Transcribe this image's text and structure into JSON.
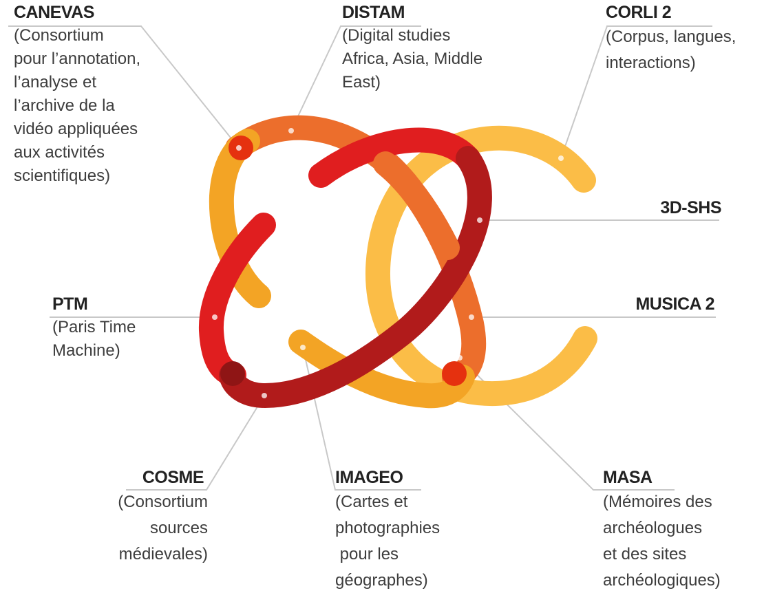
{
  "consortia": [
    {
      "id": "canevas",
      "name": "CANEVAS",
      "description": "(Consortium\npour l’annotation,\nl’analyse et\nl’archive de la\nvidéo appliquées\naux activités\nscientifiques)"
    },
    {
      "id": "distam",
      "name": "DISTAM",
      "description": "(Digital studies\nAfrica, Asia, Middle\nEast)"
    },
    {
      "id": "corli2",
      "name": "CORLI 2",
      "description": "(Corpus, langues,\ninteractions)"
    },
    {
      "id": "3dshs",
      "name": "3D-SHS",
      "description": ""
    },
    {
      "id": "musica2",
      "name": "MUSICA 2",
      "description": ""
    },
    {
      "id": "ptm",
      "name": "PTM",
      "description": "(Paris Time\nMachine)"
    },
    {
      "id": "cosme",
      "name": "COSME",
      "description": "(Consortium\nsources\nmédievales)"
    },
    {
      "id": "imageo",
      "name": "IMAGEO",
      "description": "(Cartes et\nphotographies\n pour les\ngéographes)"
    },
    {
      "id": "masa",
      "name": "MASA",
      "description": "(Mémoires des\narchéologues\net des sites\narchéologiques)"
    }
  ],
  "colors": {
    "ring_orange": "#f3a425",
    "ring_burnt_orange": "#ec6e2c",
    "ring_red": "#e01e1f",
    "ring_dark_red": "#b11b1b",
    "ring_light_yellow": "#fbbd47",
    "overlap_red": "#e5310f",
    "overlap_dark": "#8f1515",
    "leader_line": "#c8c8c8",
    "text_title": "#222222",
    "text_desc": "#3d3d3d"
  }
}
